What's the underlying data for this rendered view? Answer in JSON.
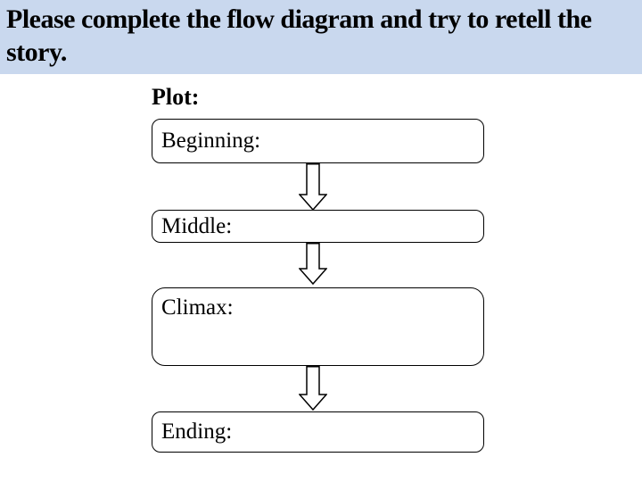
{
  "header": {
    "title": "Please complete the flow diagram and try to retell the story."
  },
  "diagram": {
    "label": "Plot:",
    "boxes": [
      {
        "label": "Beginning:"
      },
      {
        "label": "Middle:"
      },
      {
        "label": "Climax:"
      },
      {
        "label": "Ending:"
      }
    ],
    "connector": "down-arrow"
  },
  "colors": {
    "banner_bg": "#c9d8ee",
    "text": "#000000",
    "box_bg": "#ffffff",
    "box_border": "#000000",
    "arrow_fill": "#ffffff",
    "arrow_stroke": "#000000"
  }
}
